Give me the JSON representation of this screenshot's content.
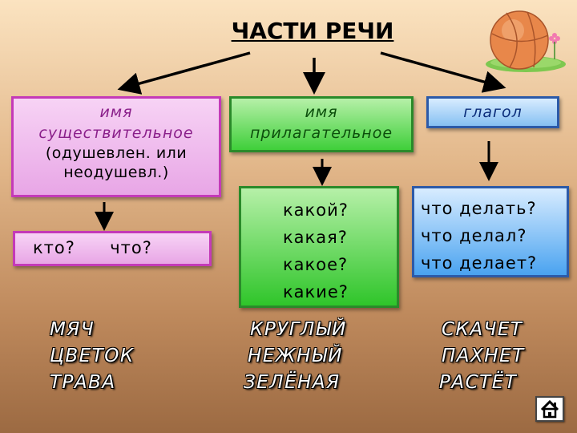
{
  "title": "ЧАСТИ РЕЧИ",
  "noun": {
    "line1": "имя",
    "line2": "существительное",
    "line3": "(одушевлен. или",
    "line4": "неодушевл.)",
    "questions": "кто?  что?"
  },
  "adjective": {
    "line1": "имя",
    "line2": "прилагательное",
    "questions": [
      "какой?",
      "какая?",
      "какое?",
      "какие?"
    ]
  },
  "verb": {
    "label": "глагол",
    "questions": [
      "что делать?",
      "что делал?",
      "что делает?"
    ]
  },
  "examples": {
    "nouns": [
      "МЯЧ",
      "ЦВЕТОК",
      "ТРАВА"
    ],
    "adjectives": [
      "КРУГЛЫЙ",
      "НЕЖНЫЙ",
      "ЗЕЛЁНАЯ"
    ],
    "verbs": [
      "СКАЧЕТ",
      "ПАХНЕТ",
      "РАСТЁТ"
    ]
  },
  "colors": {
    "noun_border": "#c43ab8",
    "adjective_border": "#2a8a2a",
    "verb_border": "#2c5aa8"
  },
  "icons": {
    "ball": "basketball-icon",
    "home": "home-icon"
  }
}
